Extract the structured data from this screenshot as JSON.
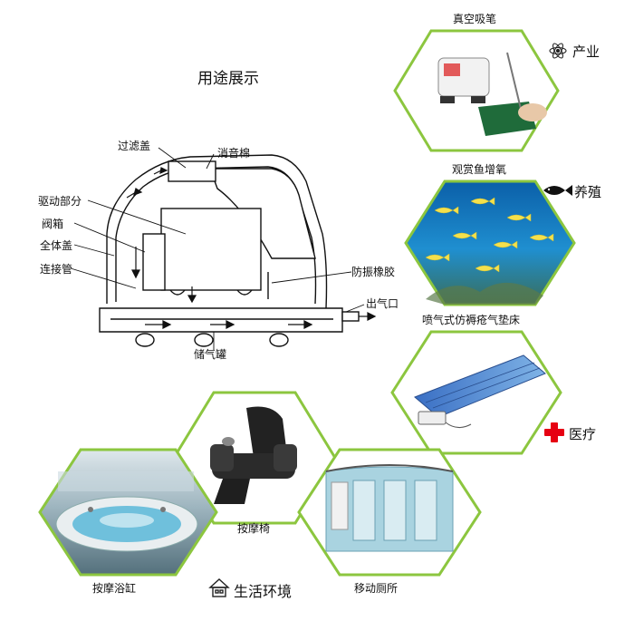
{
  "diagram_title": "用途展示",
  "parts": {
    "filter_cover": "过滤盖",
    "muffler": "消音棉",
    "drive_part": "驱动部分",
    "valve_box": "阀箱",
    "whole_cover": "全体盖",
    "connect_pipe": "连接管",
    "anti_vibration_rubber": "防振橡胶",
    "air_outlet": "出气口",
    "air_tank": "储气罐"
  },
  "applications": {
    "vacuum_pen": "真空吸笔",
    "aquarium_oxygen": "观赏鱼增氧",
    "air_mattress": "喷气式仿褥疮气垫床",
    "massage_chair": "按摩椅",
    "mobile_toilet": "移动厕所",
    "massage_bathtub": "按摩浴缸"
  },
  "categories": {
    "industry": "产业",
    "breeding": "养殖",
    "medical": "医疗",
    "living": "生活环境"
  },
  "colors": {
    "hex_border": "#8cc63f",
    "medical_cross": "#e60012",
    "water": "#1f8fd0"
  }
}
